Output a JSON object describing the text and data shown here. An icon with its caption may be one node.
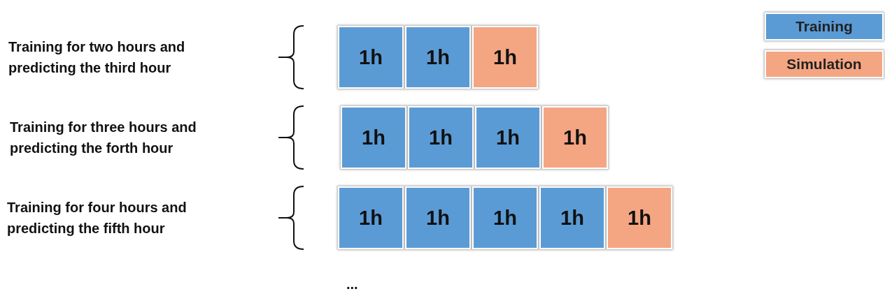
{
  "diagram": {
    "nodes": [
      {
        "text": [
          "1h"
        ]
      },
      {
        "text": [
          "1h"
        ]
      },
      {
        "text": [
          "1h"
        ]
      },
      {
        "text": [
          "1h"
        ]
      },
      {
        "text": [
          "1h"
        ]
      },
      {
        "text": [
          "1h"
        ]
      },
      {
        "text": [
          "1h"
        ]
      },
      {
        "text": [
          "1h"
        ]
      },
      {
        "text": [
          "1h"
        ]
      },
      {
        "text": [
          "1h"
        ]
      },
      {
        "text": [
          "1h"
        ]
      },
      {
        "text": [
          "1h"
        ]
      }
    ],
    "labels": [
      "Training for two hours and predicting the third hour",
      "Training for three hours and predicting the forth hour",
      "Training for four hours and predicting the fifth hour",
      "..."
    ],
    "legend": [
      {
        "text": "Training",
        "color": "#5b9bd5"
      },
      {
        "text": "Simulation",
        "color": "#f4a582"
      }
    ]
  }
}
